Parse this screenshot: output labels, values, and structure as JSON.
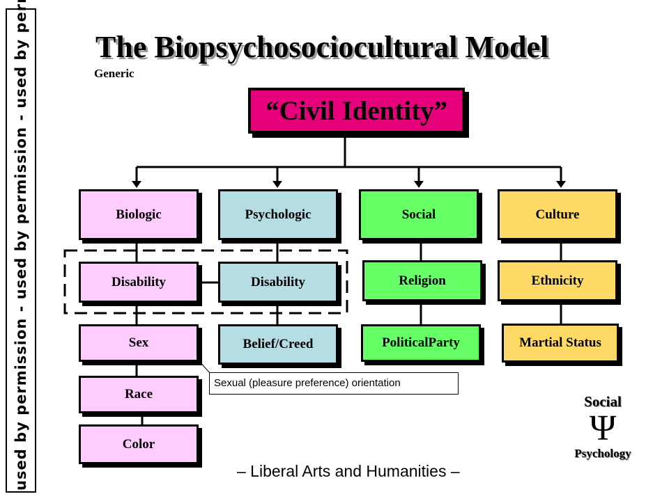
{
  "sidebar_text": "used by permission - used by permission - used by permission",
  "title": "The Biopsychosociocultural Model",
  "subtitle": "Generic",
  "root": "“Civil Identity”",
  "categories": {
    "biologic": "Biologic",
    "psychologic": "Psychologic",
    "social": "Social",
    "culture": "Culture"
  },
  "items": {
    "disability_bio": "Disability",
    "disability_psy": "Disability",
    "religion": "Religion",
    "ethnicity": "Ethnicity",
    "sex": "Sex",
    "belief": "Belief/Creed",
    "political": "PoliticalParty",
    "marital": "Martial Status",
    "race": "Race",
    "color": "Color"
  },
  "note": "Sexual (pleasure preference) orientation",
  "footer": "– Liberal Arts and Humanities –",
  "logo": {
    "top": "Social",
    "symbol": "Ψ",
    "bottom": "Psychology"
  },
  "colors": {
    "root": "#e6007a",
    "biologic": "#ffccff",
    "psychologic": "#b7dde4",
    "social": "#66ff66",
    "culture": "#ffd966"
  }
}
